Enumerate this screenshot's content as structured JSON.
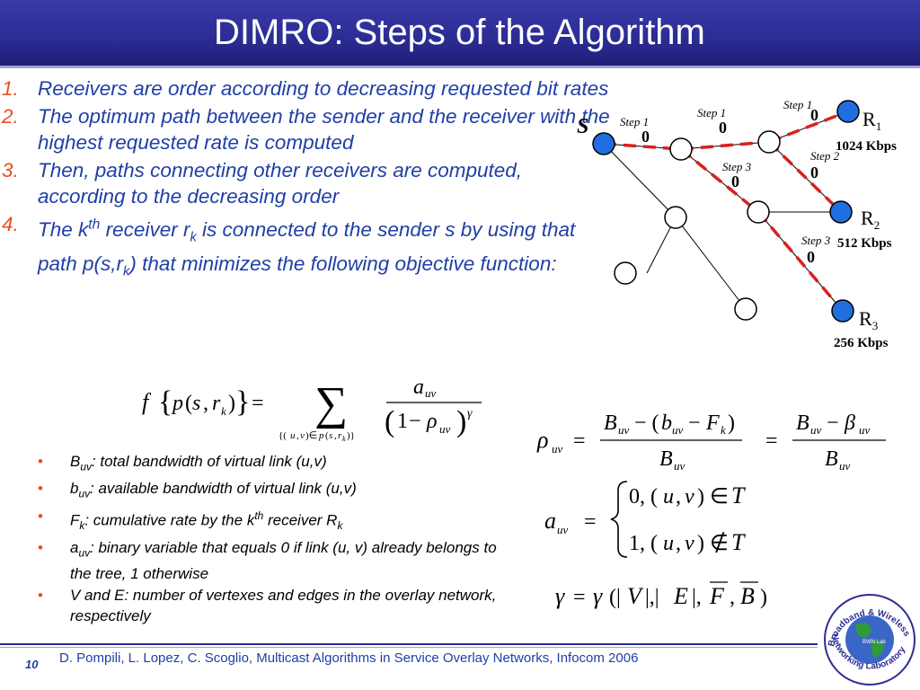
{
  "title": "DIMRO: Steps of the Algorithm",
  "steps": [
    {
      "num": "1.",
      "parts": [
        "Receivers are order according to decreasing requested bit rates"
      ]
    },
    {
      "num": "2.",
      "parts": [
        "The optimum path between the sender and the receiver with the highest requested rate is computed"
      ]
    },
    {
      "num": "3.",
      "parts": [
        "Then, paths connecting other receivers are computed, according to the decreasing order"
      ]
    },
    {
      "num": "4.",
      "parts": [
        "The k",
        "th",
        " receiver r",
        "k",
        " is connected to the sender s by using that path p(s,r",
        "k",
        ") that minimizes the following objective function:"
      ]
    }
  ],
  "bullets": [
    {
      "sym": "B",
      "sub": "uv",
      "text": ": total bandwidth of virtual link (u,v)"
    },
    {
      "sym": "b",
      "sub": "uv",
      "text": ": available bandwidth of virtual link (u,v)"
    },
    {
      "sym": "F",
      "sub": "k",
      "text_a": ": cumulative rate by the k",
      "sup": "th",
      "text_b": " receiver R",
      "sub2": "k"
    },
    {
      "sym": "a",
      "sub": "uv",
      "text": ": binary variable that equals 0 if link (u, v) already belongs to the tree, 1 otherwise"
    },
    {
      "sym": "",
      "sub": "",
      "text": "V and E: number of vertexes and edges in the overlay network, respectively"
    }
  ],
  "diagram": {
    "sender_label": "S",
    "receivers": [
      {
        "name": "R",
        "idx": "1",
        "rate": "1024 Kbps"
      },
      {
        "name": "R",
        "idx": "2",
        "rate": "512 Kbps"
      },
      {
        "name": "R",
        "idx": "3",
        "rate": "256 Kbps"
      }
    ],
    "step_labels": [
      "Step 1",
      "Step 1",
      "Step 1",
      "Step 2",
      "Step 3",
      "Step 3"
    ],
    "zero_label": "0",
    "node_color": "#1f6fe0",
    "path_color": "#d92020"
  },
  "footer": "D. Pompili, L. Lopez, C. Scoglio, Multicast Algorithms in Service Overlay Networks, Infocom 2006",
  "page_number": "10",
  "logo": {
    "top": "Broadband & Wireless",
    "bottom": "Networking Laboratory",
    "center": "BWN Lab"
  },
  "colors": {
    "title_bg": "#2d2d96",
    "accent": "#e8501f",
    "text_blue": "#1f3fa6"
  }
}
